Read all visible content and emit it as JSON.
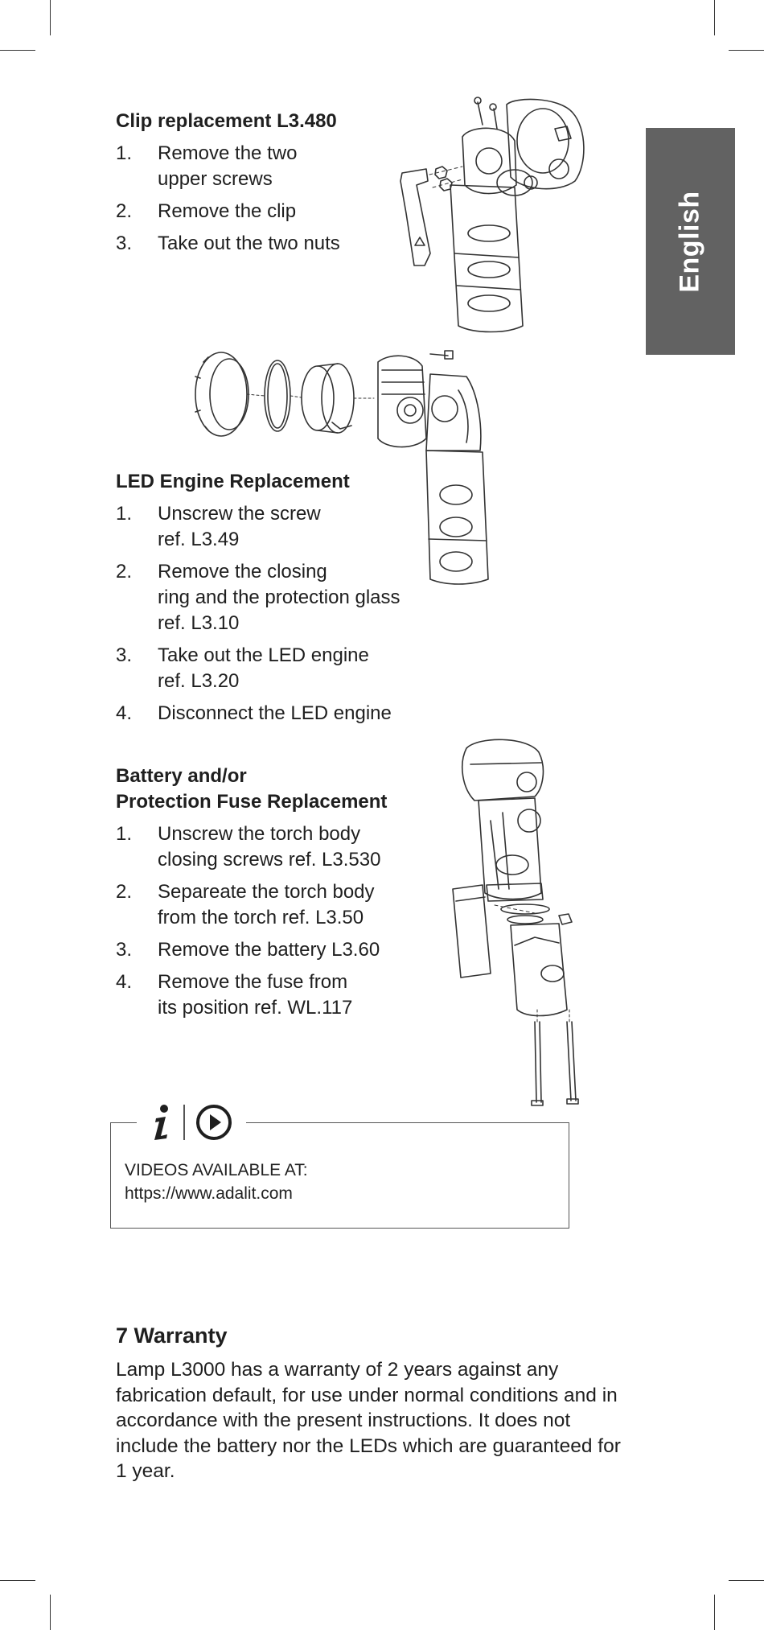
{
  "side_tab": {
    "label": "English"
  },
  "clip_section": {
    "title": "Clip replacement L3.480",
    "steps": [
      {
        "num": "1.",
        "lines": [
          "Remove the two",
          "upper screws"
        ]
      },
      {
        "num": "2.",
        "lines": [
          "Remove the clip"
        ]
      },
      {
        "num": "3.",
        "lines": [
          "Take out the two nuts"
        ]
      }
    ]
  },
  "led_section": {
    "title": "LED Engine Replacement",
    "steps": [
      {
        "num": "1.",
        "lines": [
          "Unscrew the screw",
          "ref. L3.49"
        ]
      },
      {
        "num": "2.",
        "lines": [
          "Remove the closing",
          "ring and the protection glass",
          "ref. L3.10"
        ]
      },
      {
        "num": "3.",
        "lines": [
          "Take out the LED engine",
          "ref. L3.20"
        ]
      },
      {
        "num": "4.",
        "lines": [
          "Disconnect the LED engine"
        ]
      }
    ]
  },
  "battery_section": {
    "title_lines": [
      "Battery and/or",
      "Protection Fuse Replacement"
    ],
    "steps": [
      {
        "num": "1.",
        "lines": [
          "Unscrew the torch body",
          "closing screws ref. L3.530"
        ]
      },
      {
        "num": "2.",
        "lines": [
          "Separeate the torch body",
          "from the torch ref. L3.50"
        ]
      },
      {
        "num": "3.",
        "lines": [
          "Remove the battery L3.60"
        ]
      },
      {
        "num": "4.",
        "lines": [
          "Remove the fuse from",
          "its position ref. WL.117"
        ]
      }
    ]
  },
  "info_box": {
    "icons": [
      "info-icon",
      "play-icon"
    ],
    "line1": "VIDEOS AVAILABLE AT:",
    "line2": "https://www.adalit.com"
  },
  "warranty": {
    "title": "7  Warranty",
    "body": "Lamp L3000 has a warranty of 2 years against any fabrication default, for use under normal conditions and in accordance with the present instructions. It does not include the battery nor the LEDs which are guaranteed for 1 year."
  },
  "colors": {
    "tab_background": "#626262",
    "text": "#1f1f1f",
    "line_art": "#333333"
  }
}
